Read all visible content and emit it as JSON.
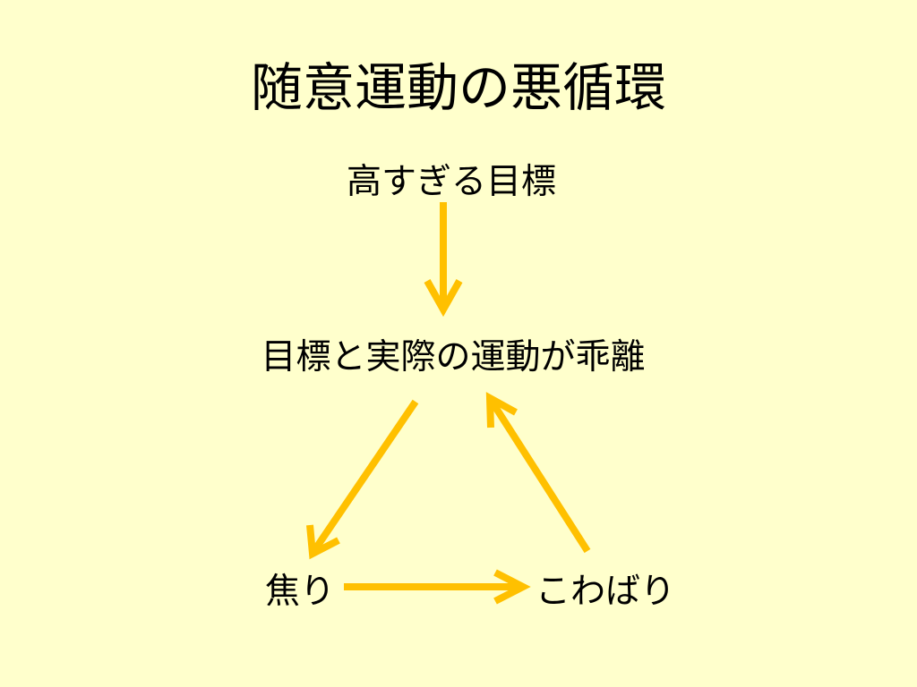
{
  "slide": {
    "title": "随意運動の悪循環",
    "background_color": "#FFFFCC",
    "arrow_color": "#FFC000"
  },
  "nodes": {
    "top": "高すぎる目標",
    "middle": "目標と実際の運動が乖離",
    "bottom_left": "焦り",
    "bottom_right": "こわばり"
  },
  "edges": [
    {
      "from": "高すぎる目標",
      "to": "目標と実際の運動が乖離"
    },
    {
      "from": "目標と実際の運動が乖離",
      "to": "焦り"
    },
    {
      "from": "焦り",
      "to": "こわばり"
    },
    {
      "from": "こわばり",
      "to": "目標と実際の運動が乖離"
    }
  ]
}
